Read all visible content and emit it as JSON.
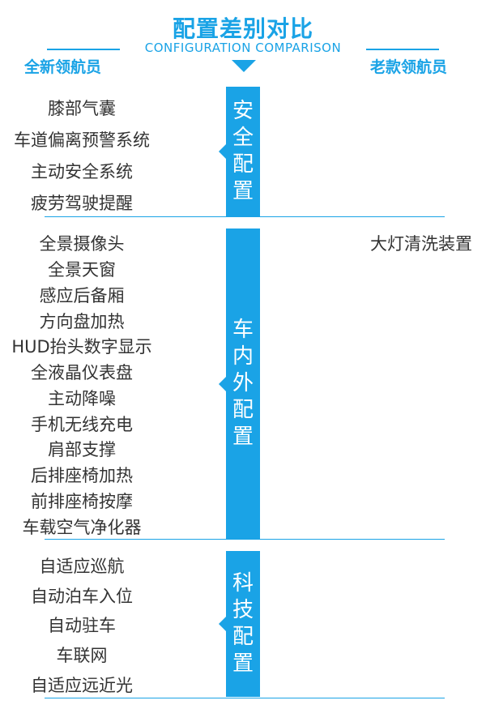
{
  "header": {
    "title": "配置差别对比",
    "subtitle": "CONFIGURATION COMPARISON",
    "left_heading": "全新领航员",
    "right_heading": "老款领航员"
  },
  "sections": [
    {
      "label": "安全配置",
      "new_items": [
        "膝部气囊",
        "车道偏离预警系统",
        "主动安全系统",
        "疲劳驾驶提醒"
      ],
      "old_items": []
    },
    {
      "label": "车内外配置",
      "new_items": [
        "全景摄像头",
        "全景天窗",
        "感应后备厢",
        "方向盘加热",
        "HUD抬头数字显示",
        "全液晶仪表盘",
        "主动降噪",
        "手机无线充电",
        "肩部支撑",
        "后排座椅加热",
        "前排座椅按摩",
        "车载空气净化器"
      ],
      "old_items": [
        "大灯清洗装置"
      ]
    },
    {
      "label": "科技配置",
      "new_items": [
        "自适应巡航",
        "自动泊车入位",
        "自动驻车",
        "车联网",
        "自适应远近光"
      ],
      "old_items": []
    }
  ],
  "colors": {
    "accent": "#1aa3e6",
    "text": "#333333"
  }
}
